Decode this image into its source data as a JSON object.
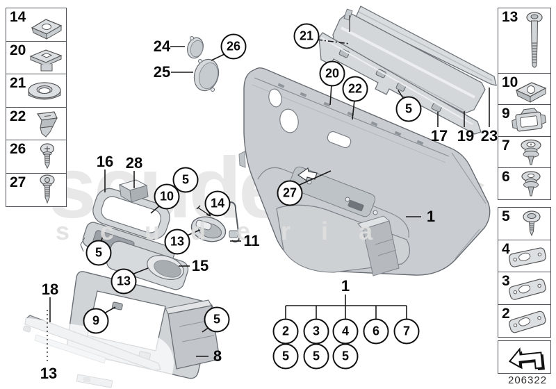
{
  "watermark": {
    "large_text": "scuderia",
    "small_text": "scuderia"
  },
  "footer": {
    "drawing_number": "206322"
  },
  "left_column": {
    "items": [
      {
        "number": "14",
        "icon": "clip-nut"
      },
      {
        "number": "20",
        "icon": "square-nut"
      },
      {
        "number": "21",
        "icon": "oval-nut"
      },
      {
        "number": "22",
        "icon": "spring-clip"
      },
      {
        "number": "26",
        "icon": "screw"
      },
      {
        "number": "27",
        "icon": "screw"
      }
    ]
  },
  "right_column": {
    "items": [
      {
        "number": "13",
        "icon": "bolt"
      },
      {
        "number": "10",
        "icon": "clip-nut"
      },
      {
        "number": "9",
        "icon": "cage-clip"
      },
      {
        "number": "7",
        "icon": "expanding-rivet"
      },
      {
        "number": "6",
        "icon": "expanding-rivet"
      },
      {
        "number": "5",
        "icon": "washer-screw"
      },
      {
        "number": "4",
        "icon": "mounting-bracket"
      },
      {
        "number": "3",
        "icon": "mounting-bracket"
      },
      {
        "number": "2",
        "icon": "mounting-bracket"
      },
      {
        "number": "",
        "icon": "direction-arrow"
      }
    ]
  },
  "callouts": {
    "c21": "21",
    "c26": "26",
    "c20": "20",
    "c22": "22",
    "c5a": "5",
    "c5b": "5",
    "c10": "10",
    "c14": "14",
    "c13a": "13",
    "c5c": "5",
    "c13b": "13",
    "c27": "27",
    "c9": "9",
    "c5d": "5"
  },
  "labels": {
    "l24": "24",
    "l25": "25",
    "l16": "16",
    "l28": "28",
    "l11": "11",
    "l15": "15",
    "l17": "17",
    "l19": "19",
    "l23": "23",
    "l1": "1",
    "l18": "18",
    "l8": "8",
    "l13": "13"
  },
  "tree": {
    "root": "1",
    "children": [
      "2",
      "3",
      "4",
      "6",
      "7"
    ],
    "quantity_row": [
      "5",
      "5",
      "5"
    ]
  },
  "colors": {
    "part_fill": "#cdd1d5",
    "part_stroke": "#676d73",
    "callout_border": "#111111",
    "watermark": "#e8e8e8"
  }
}
